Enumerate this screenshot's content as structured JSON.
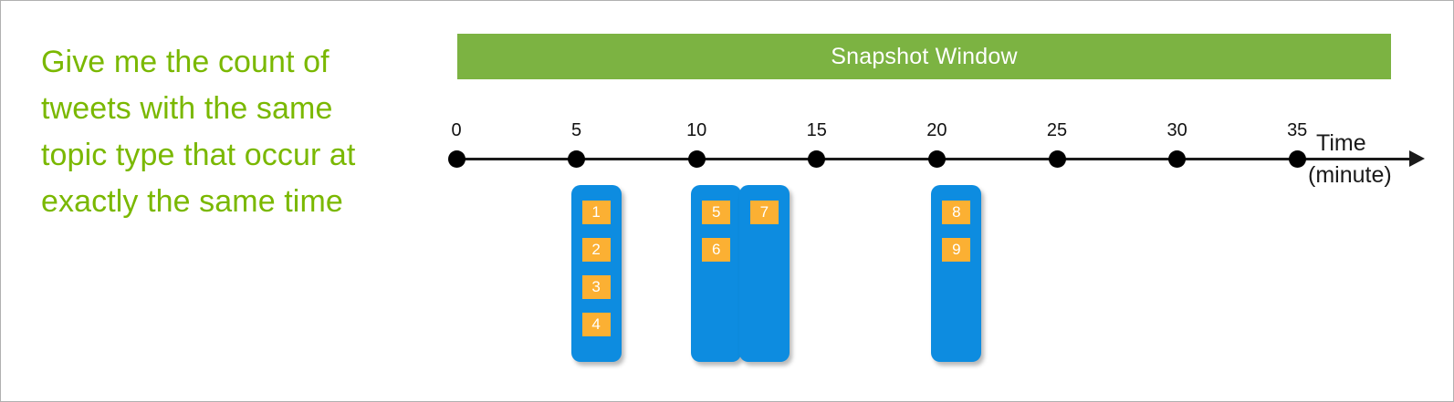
{
  "question": {
    "text": "Give me the count of tweets with the same topic type that occur at exactly the same time",
    "color": "#7ab800"
  },
  "snapshot_window": {
    "label": "Snapshot Window",
    "bar_color": "#7cb342",
    "text_color": "#ffffff"
  },
  "timeline": {
    "axis_title": "Time",
    "axis_unit": "(minute)",
    "tick_labels": [
      "0",
      "5",
      "10",
      "15",
      "20",
      "25",
      "30",
      "35"
    ],
    "tick_values": [
      0,
      5,
      10,
      15,
      20,
      25,
      30,
      35
    ],
    "axis_color": "#1a1a1a"
  },
  "columns": [
    {
      "time": 5,
      "cells": [
        "1",
        "2",
        "3",
        "4"
      ]
    },
    {
      "time": 10,
      "cells": [
        "5",
        "6"
      ]
    },
    {
      "time": 12,
      "cells": [
        "7"
      ]
    },
    {
      "time": 20,
      "cells": [
        "8",
        "9"
      ]
    }
  ],
  "colors": {
    "column": "#0d8ce0",
    "cell": "#fbb033",
    "cell_text": "#ffffff"
  }
}
